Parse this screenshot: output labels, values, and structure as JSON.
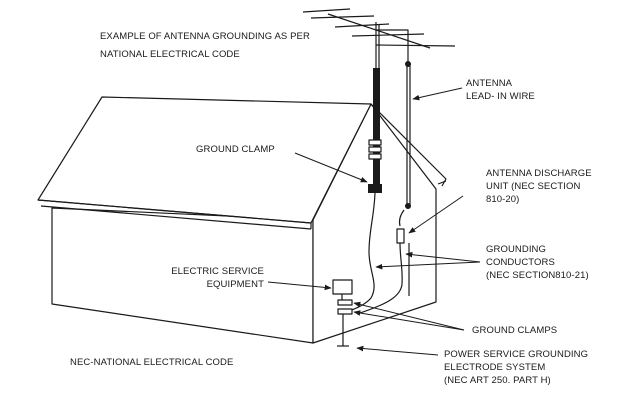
{
  "title": {
    "line1": "EXAMPLE OF ANTENNA GROUNDING AS PER",
    "line2": "NATIONAL ELECTRICAL CODE"
  },
  "labels": {
    "antenna_lead_in": {
      "line1": "ANTENNA",
      "line2": "LEAD- IN WIRE"
    },
    "ground_clamp": "GROUND CLAMP",
    "antenna_discharge_unit": {
      "line1": "ANTENNA DISCHARGE",
      "line2": "UNIT  (NEC  SECTION",
      "line3": "810-20)"
    },
    "grounding_conductors": {
      "line1": "GROUNDING",
      "line2": "CONDUCTORS",
      "line3": "(NEC SECTION810-21)"
    },
    "electric_service_equipment": {
      "line1": "ELECTRIC SERVICE",
      "line2": "EQUIPMENT"
    },
    "ground_clamps": "GROUND CLAMPS",
    "power_service_grounding": {
      "line1": "POWER  SERVICE  GROUNDING",
      "line2": "ELECTRODE SYSTEM",
      "line3": "(NEC ART 250. PART H)"
    },
    "nec_footnote": "NEC-NATIONAL ELECTRICAL CODE"
  }
}
